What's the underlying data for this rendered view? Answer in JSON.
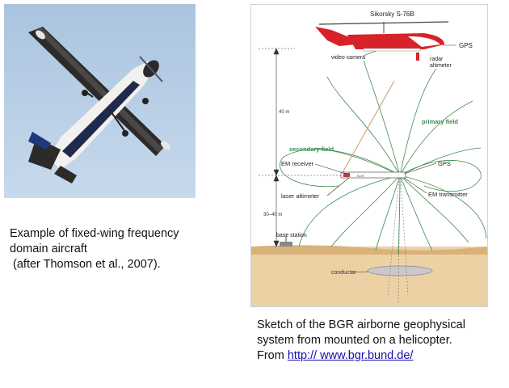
{
  "left_caption": {
    "line1": "Example of fixed-wing frequency",
    "line2": "domain aircraft",
    "line3": " (after Thomson et al., 2007)."
  },
  "right_caption": {
    "line1": "Sketch of the BGR airborne geophysical",
    "line2": "system from mounted on a helicopter.",
    "line3_prefix": "From ",
    "link_text": "http:// www.bgr.bund.de/"
  },
  "diagram": {
    "helicopter_label": "Sikorsky S-76B",
    "gps_top": "GPS",
    "radar_altimeter": "radar\naltimeter",
    "video_camera": "video camera",
    "height_40m": "40 m",
    "primary_field": "primary field",
    "secondary_field": "secondary field",
    "em_receiver": "EM receiver",
    "gps_mid": "GPS",
    "em_transmitter": "EM transmitter",
    "laser_altimeter": "laser altimeter",
    "height_30_40m": "30–40 m",
    "base_station": "base station",
    "conductor": "conductor",
    "colors": {
      "sky": "#ffffff",
      "ground_top": "#e8c58f",
      "ground_bottom": "#f3dcc0",
      "field_lines": "#3c8a4e",
      "helicopter": "#d8222a",
      "tow_bird": "#c23a3a",
      "sky_photo": "#b8cfe6"
    }
  }
}
